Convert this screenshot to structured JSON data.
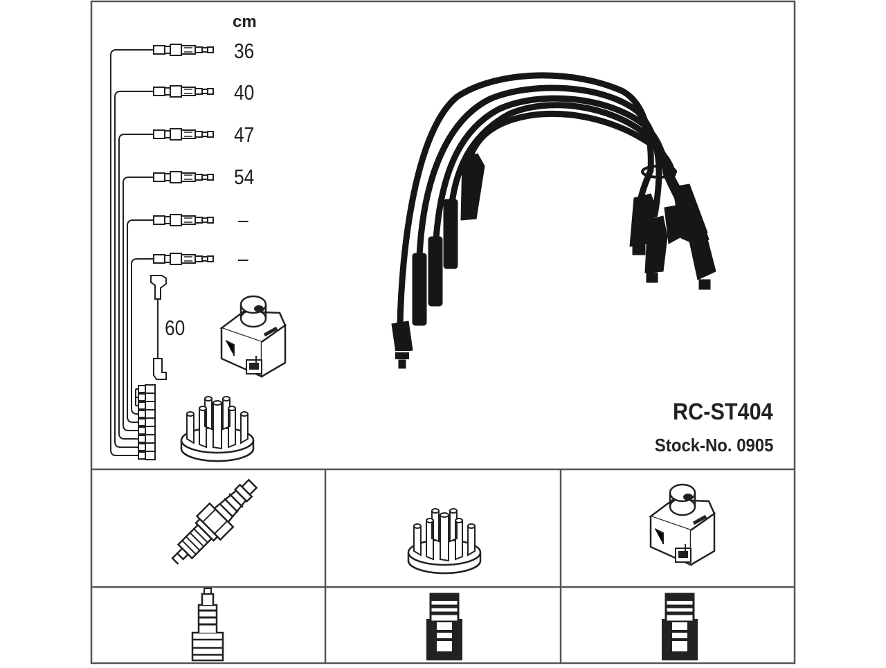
{
  "diagram": {
    "unit_label": "cm",
    "lead_lengths": [
      "36",
      "40",
      "47",
      "54",
      "–",
      "–"
    ],
    "coil_lead_length": "60",
    "part_number": "RC-ST404",
    "stock_number": "Stock-No. 0905",
    "icons": {
      "spark_plug": "spark-plug-icon",
      "distributor_cap": "distributor-cap-icon",
      "ignition_coil": "ignition-coil-icon",
      "plug_terminal": "spark-plug-terminal-icon",
      "cap_terminal": "distributor-terminal-icon",
      "coil_terminal": "coil-terminal-icon"
    },
    "colors": {
      "line": "#222222",
      "cable": "#161616",
      "frame": "#555555"
    }
  }
}
